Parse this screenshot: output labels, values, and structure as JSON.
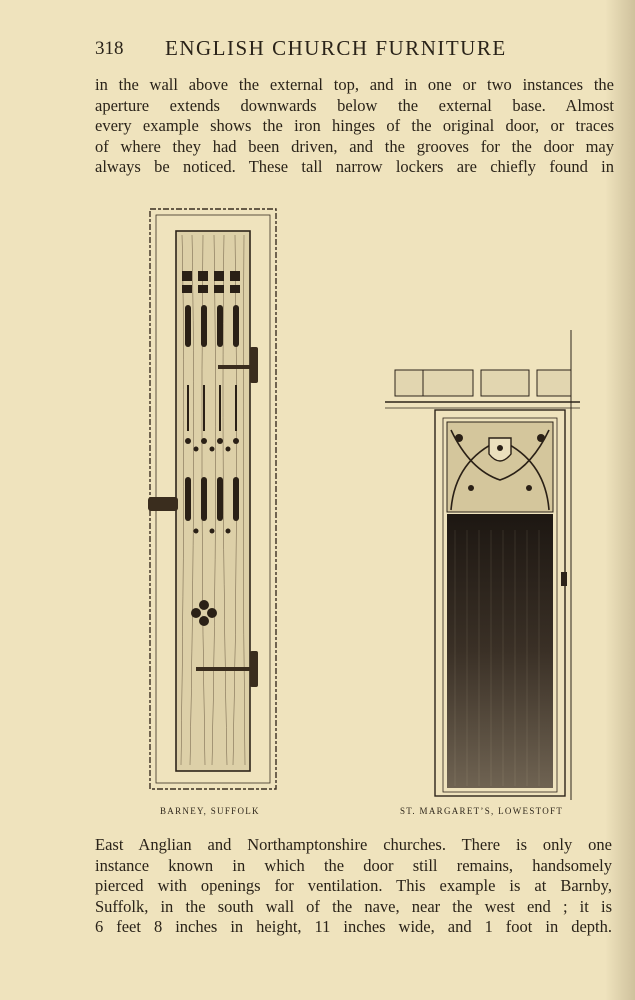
{
  "header": {
    "page_number": "318",
    "title": "ENGLISH CHURCH FURNITURE"
  },
  "top_paragraph": {
    "lines": [
      "in the wall above the external top, and in one or two instances the",
      "aperture extends downwards below the external base.  Almost",
      "every example shows the iron hinges of the original door, or traces",
      "of where they had been driven, and the grooves for the door may",
      "always be noticed.  These tall narrow lockers are chiefly found in"
    ]
  },
  "figures": {
    "left_caption": "BARNEY, SUFFOLK",
    "right_caption": "ST. MARGARET’S, LOWESTOFT"
  },
  "bottom_paragraph": {
    "lines": [
      "East Anglian and Northamptonshire churches.  There is only one",
      "instance known in which the door still remains, handsomely",
      "pierced with openings for ventilation.  This example is at Barnby,",
      "Suffolk, in the south wall of the nave, near the west end ; it is",
      "6 feet 8 inches in height, 11 inches wide, and 1 foot in depth."
    ]
  },
  "colors": {
    "paper": "#efe3bd",
    "ink": "#2a2319"
  }
}
